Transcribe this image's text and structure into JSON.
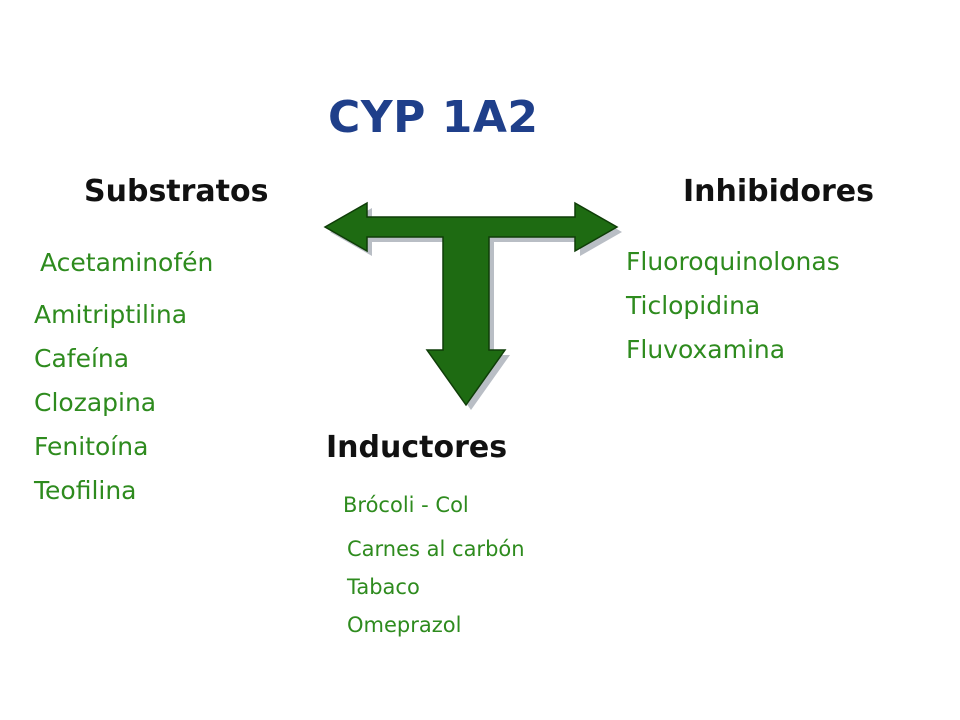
{
  "title": "CYP 1A2",
  "substratos": {
    "heading": "Substratos",
    "items": [
      "Acetaminofén",
      "Amitriptilina",
      "Cafeína",
      "Clozapina",
      "Fenitoína",
      "Teofilina"
    ]
  },
  "inhibidores": {
    "heading": "Inhibidores",
    "items": [
      "Fluoroquinolonas",
      "Ticlopidina",
      "Fluvoxamina"
    ]
  },
  "inductores": {
    "heading": "Inductores",
    "items": [
      "Brócoli - Col",
      "Carnes al carbón",
      "Tabaco",
      "Omeprazol"
    ]
  },
  "colors": {
    "title": "#1f3f8a",
    "heading": "#111111",
    "item_text": "#2e8b1e",
    "arrow_fill": "#1e6b12",
    "arrow_shadow": "#9ba3ad"
  }
}
